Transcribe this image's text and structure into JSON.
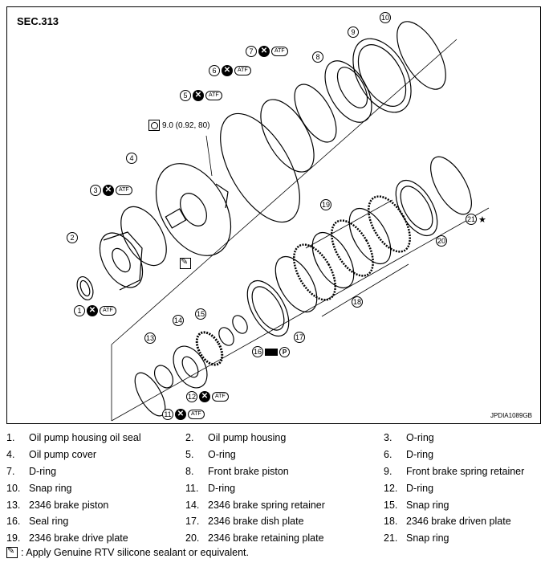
{
  "section": "SEC.313",
  "image_code": "JPDIA1089GB",
  "torque": "9.0 (0.92, 80)",
  "atf_label": "ATF",
  "p_label": "P",
  "star": "★",
  "callouts": [
    {
      "n": "1",
      "x": true,
      "atf": true
    },
    {
      "n": "2"
    },
    {
      "n": "3",
      "x": true,
      "atf": true
    },
    {
      "n": "4"
    },
    {
      "n": "5",
      "x": true,
      "atf": true
    },
    {
      "n": "6",
      "x": true,
      "atf": true
    },
    {
      "n": "7",
      "x": true,
      "atf": true
    },
    {
      "n": "8"
    },
    {
      "n": "9"
    },
    {
      "n": "10"
    },
    {
      "n": "11",
      "x": true,
      "atf": true
    },
    {
      "n": "12",
      "x": true,
      "atf": true
    },
    {
      "n": "13"
    },
    {
      "n": "14"
    },
    {
      "n": "15"
    },
    {
      "n": "16",
      "grease": true,
      "p": true
    },
    {
      "n": "17"
    },
    {
      "n": "18"
    },
    {
      "n": "19"
    },
    {
      "n": "20"
    },
    {
      "n": "21",
      "star": true
    }
  ],
  "legend": [
    [
      {
        "n": "1.",
        "t": "Oil pump housing oil seal"
      },
      {
        "n": "2.",
        "t": "Oil pump housing"
      },
      {
        "n": "3.",
        "t": "O-ring"
      }
    ],
    [
      {
        "n": "4.",
        "t": "Oil pump cover"
      },
      {
        "n": "5.",
        "t": "O-ring"
      },
      {
        "n": "6.",
        "t": "D-ring"
      }
    ],
    [
      {
        "n": "7.",
        "t": "D-ring"
      },
      {
        "n": "8.",
        "t": "Front brake piston"
      },
      {
        "n": "9.",
        "t": "Front brake spring retainer"
      }
    ],
    [
      {
        "n": "10.",
        "t": "Snap ring"
      },
      {
        "n": "11.",
        "t": "D-ring"
      },
      {
        "n": "12.",
        "t": "D-ring"
      }
    ],
    [
      {
        "n": "13.",
        "t": "2346 brake piston"
      },
      {
        "n": "14.",
        "t": "2346 brake spring retainer"
      },
      {
        "n": "15.",
        "t": "Snap ring"
      }
    ],
    [
      {
        "n": "16.",
        "t": "Seal ring"
      },
      {
        "n": "17.",
        "t": "2346 brake dish plate"
      },
      {
        "n": "18.",
        "t": "2346 brake driven plate"
      }
    ],
    [
      {
        "n": "19.",
        "t": "2346 brake drive plate"
      },
      {
        "n": "20.",
        "t": "2346 brake retaining plate"
      },
      {
        "n": "21.",
        "t": "Snap ring"
      }
    ]
  ],
  "note": ": Apply Genuine RTV silicone sealant or equivalent."
}
